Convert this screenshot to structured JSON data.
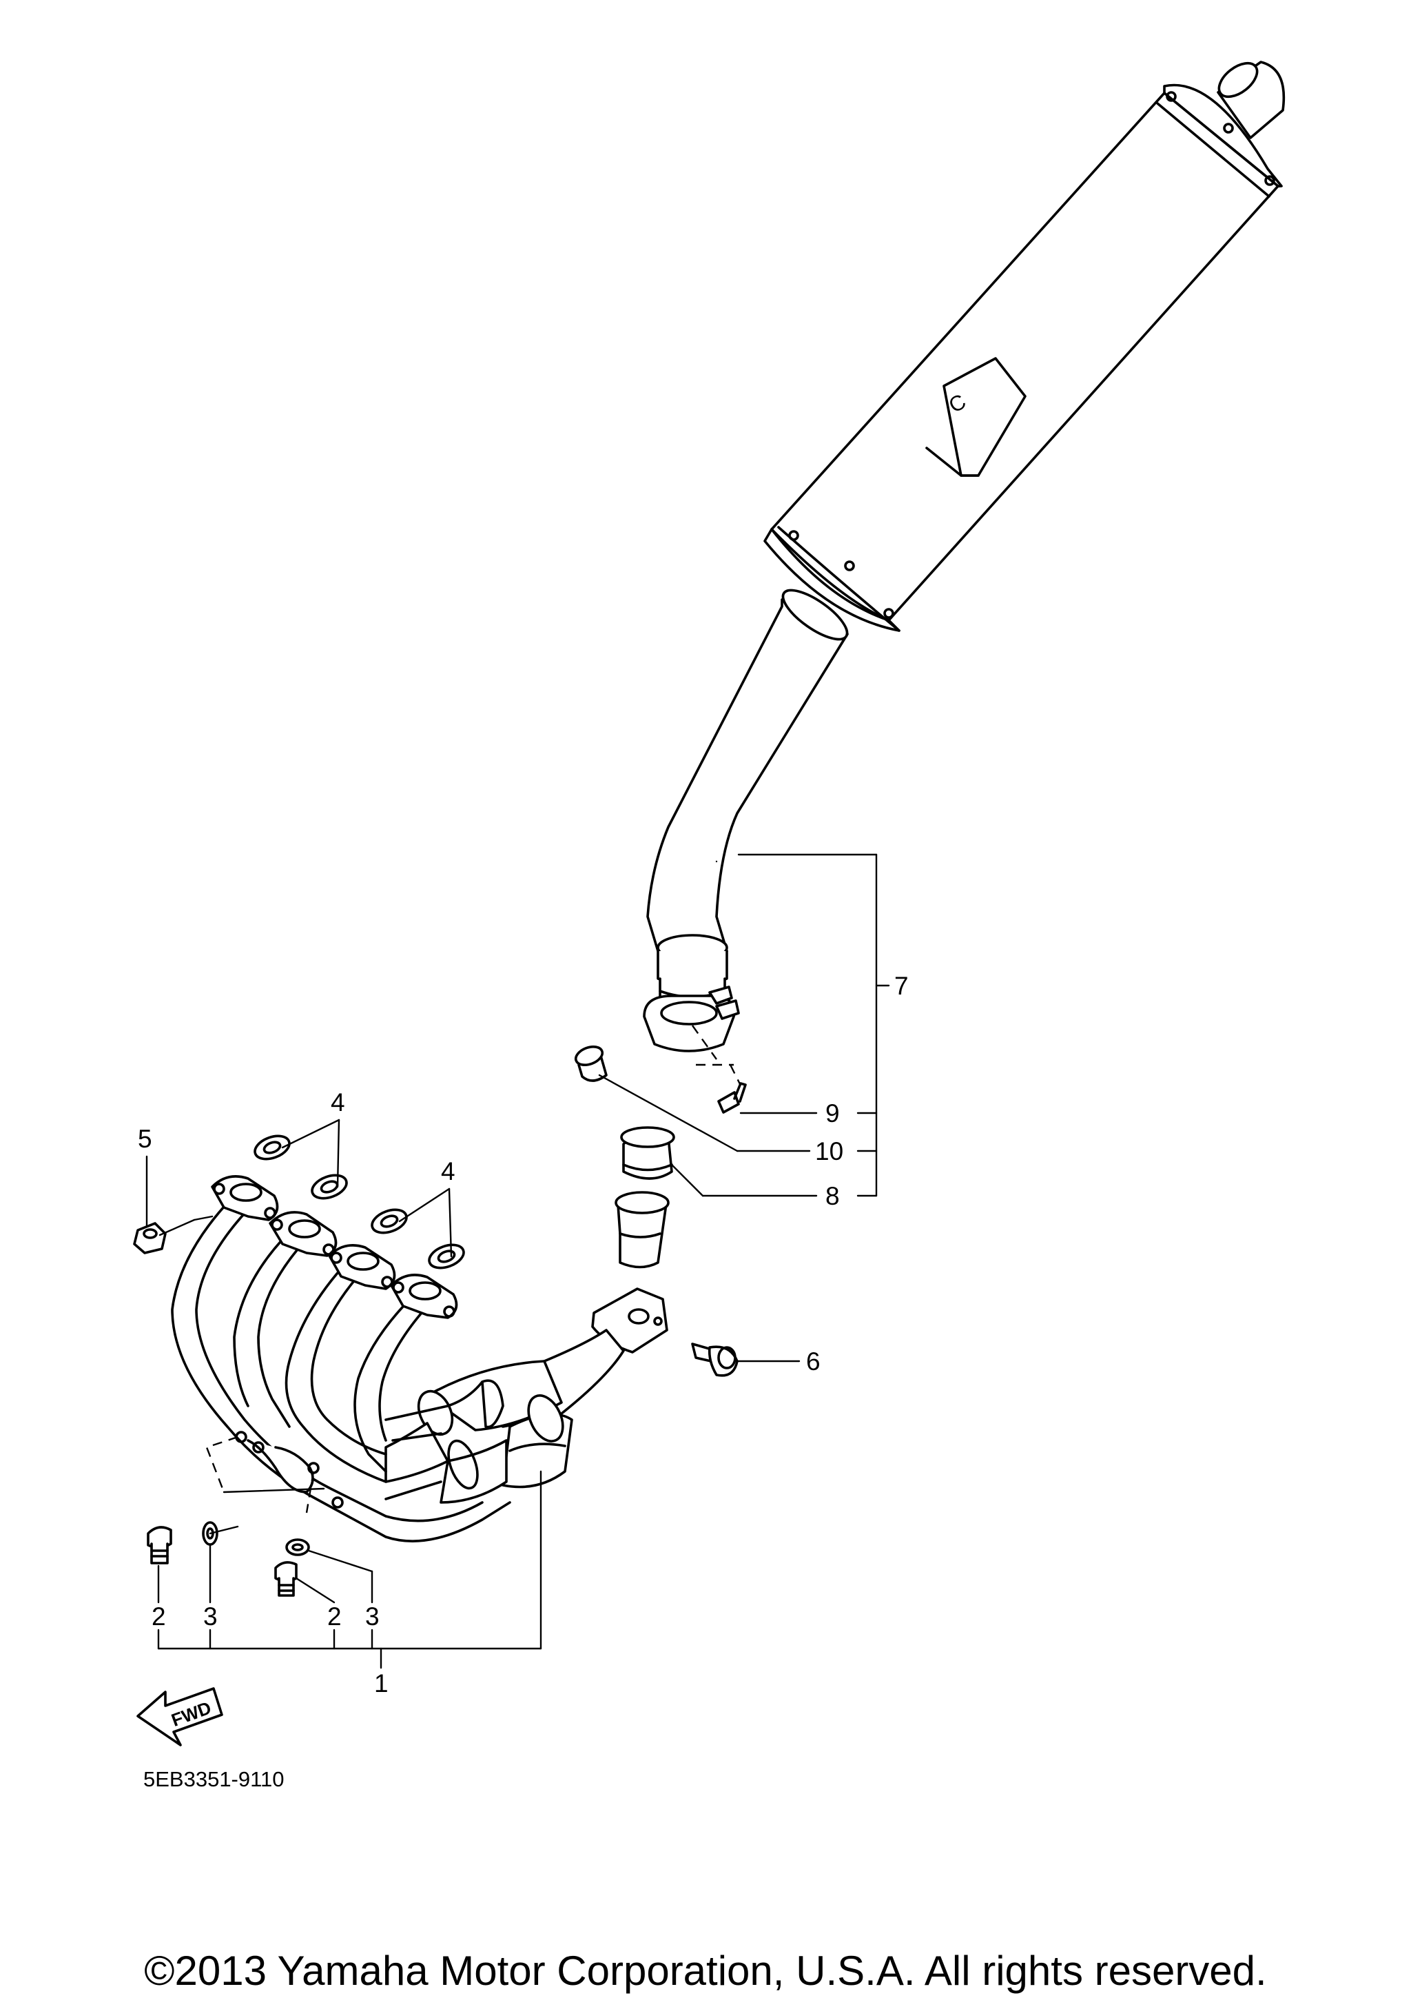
{
  "callouts": {
    "c1": "1",
    "c2a": "2",
    "c2b": "2",
    "c3a": "3",
    "c3b": "3",
    "c4a": "4",
    "c4b": "4",
    "c5": "5",
    "c6": "6",
    "c7": "7",
    "c8": "8",
    "c9": "9",
    "c10": "10"
  },
  "direction_label": "FWD",
  "muffler_mark": "C",
  "diagram_code": "5EB3351-9110",
  "copyright": "©2013 Yamaha Motor Corporation, U.S.A. All rights reserved.",
  "icons": {
    "direction": "fwd-arrow-icon"
  },
  "colors": {
    "line": "#000000",
    "background": "#ffffff"
  }
}
